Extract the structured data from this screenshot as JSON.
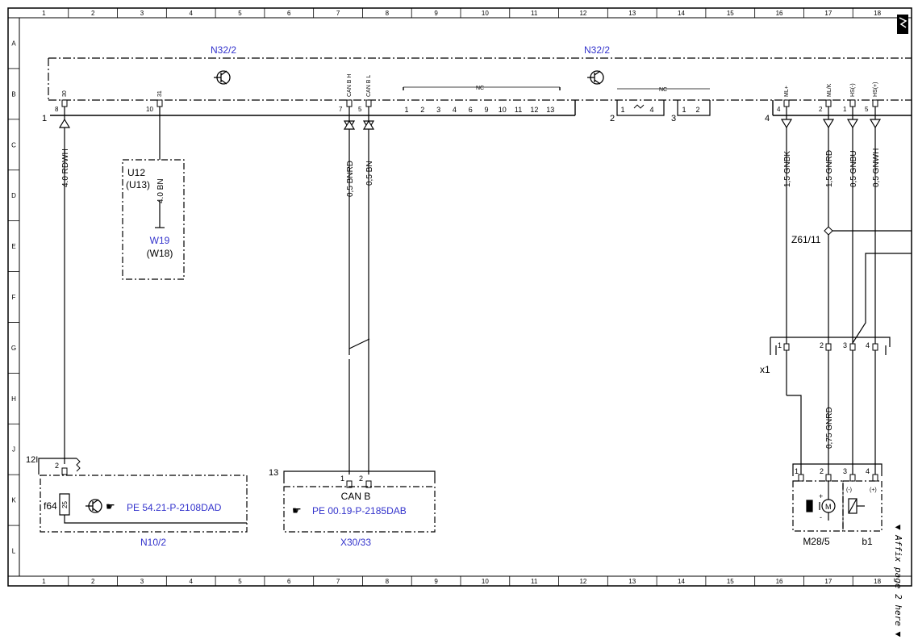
{
  "colors": {
    "line": "#000000",
    "link": "#3333cc",
    "paper": "#ffffff"
  },
  "grid": {
    "columns": [
      "1",
      "2",
      "3",
      "4",
      "5",
      "6",
      "7",
      "8",
      "9",
      "10",
      "11",
      "12",
      "13",
      "14",
      "15",
      "16",
      "17",
      "18"
    ],
    "rows": [
      "A",
      "B",
      "C",
      "D",
      "E",
      "F",
      "G",
      "H",
      "J",
      "K",
      "L"
    ]
  },
  "modules": {
    "n32_left": "N32/2",
    "n32_right": "N32/2",
    "n10": "N10/2",
    "x30": "X30/33",
    "x1": "x1",
    "m28": "M28/5",
    "b1": "b1",
    "z61": "Z61/11",
    "f64": "f64",
    "u12": "U12",
    "u13": "(U13)",
    "w19": "W19",
    "w18": "(W18)"
  },
  "connectors": {
    "c1": "1",
    "c2": "2",
    "c3": "3",
    "c4": "4",
    "c12": "12I",
    "c13": "13",
    "nc": "NC",
    "pin_30": "30",
    "pin_31": "31",
    "pin_canh": "CAN B H",
    "pin_canl": "CAN B L",
    "pin_ml_plus": "ML+",
    "pin_ml_minus": "ML/K",
    "pin_hs_minus": "HS(-)",
    "pin_hs_plus": "HS(+)",
    "p8": "8",
    "p10": "10",
    "p7": "7",
    "p5": "5",
    "p4": "4",
    "p2": "2",
    "p1": "1",
    "nc_pins": [
      "1",
      "2",
      "3",
      "4",
      "6",
      "9",
      "10",
      "11",
      "12",
      "13"
    ],
    "c2_pins": [
      "1",
      "4"
    ],
    "c3_pins": [
      "1",
      "2"
    ],
    "x1_pins": [
      "1",
      "2",
      "3",
      "4"
    ],
    "m_pins": [
      "1",
      "2",
      "3",
      "4"
    ],
    "n10_pin": "2",
    "f64_pin": "25",
    "x30_pins": [
      "1",
      "2"
    ],
    "motor_plus": "+",
    "motor_minus": "-",
    "sensor_minus": "(-)",
    "sensor_plus": "(+)"
  },
  "wires": {
    "w1": "4.0 RDWH",
    "w2": "4.0 BN",
    "w3": "0,5 BNRD",
    "w4": "0,5 BN",
    "w5": "1,5 GNBK",
    "w6": "1,5 GNRD",
    "w7": "0,5 GNBU",
    "w8": "0,5 GNWH",
    "w9": "0,75 GNRD"
  },
  "refs": {
    "pe_n10": "PE 54.21-P-2108DAD",
    "canb": "CAN B",
    "pe_x30": "PE 00.19-P-2185DAB"
  },
  "misc": {
    "affix": "▼ Affix page 2 here ▼"
  }
}
